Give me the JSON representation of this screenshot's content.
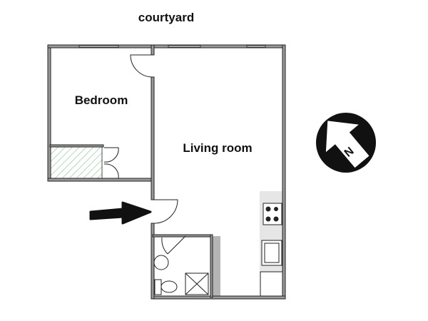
{
  "labels": {
    "courtyard": "courtyard",
    "bedroom": "Bedroom",
    "living_room": "Living room"
  },
  "compass": {
    "letter": "N",
    "icon": "north-arrow-icon"
  },
  "entrance": {
    "icon": "entrance-arrow-icon"
  },
  "colors": {
    "wall": "#9a9a9a",
    "kitchen_counter": "#e6e6e6",
    "closet_hatch": "#9fc9a6",
    "line": "#222222"
  }
}
